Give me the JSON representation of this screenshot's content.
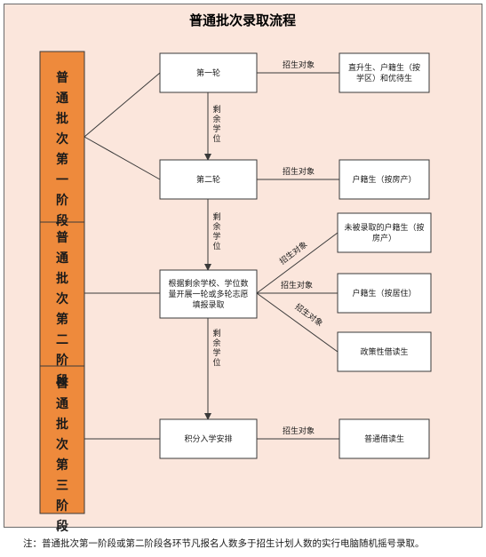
{
  "title": "普通批次录取流程",
  "stages": [
    {
      "text": "普通批次第一阶段"
    },
    {
      "text": "普通批次第二阶段"
    },
    {
      "text": "普通批次第三阶段"
    }
  ],
  "rounds": {
    "r1": "第一轮",
    "r2": "第二轮",
    "r3": [
      "根据剩余学校、学位数",
      "量开展一轮或多轮志愿",
      "填报录取"
    ],
    "r4": "积分入学安排"
  },
  "targets": {
    "t1": [
      "直升生、户籍生（按",
      "学区）和优待生"
    ],
    "t2": "户籍生（按房产）",
    "t3": [
      "未被录取的户籍生（按",
      "房产）"
    ],
    "t4": "户籍生（按居住）",
    "t5": "政策性借读生",
    "t6": "普通借读生"
  },
  "edge_labels": {
    "enroll": "招生对象",
    "remaining": "剩余学位"
  },
  "note": "注：普通批次第一阶段或第二阶段各环节凡报名人数多于招生计划人数的实行电脑随机摇号录取。",
  "colors": {
    "background": "#fbe6dc",
    "stage_fill": "#ee8a3c",
    "box_fill": "#ffffff",
    "line": "#3a3a3a"
  }
}
